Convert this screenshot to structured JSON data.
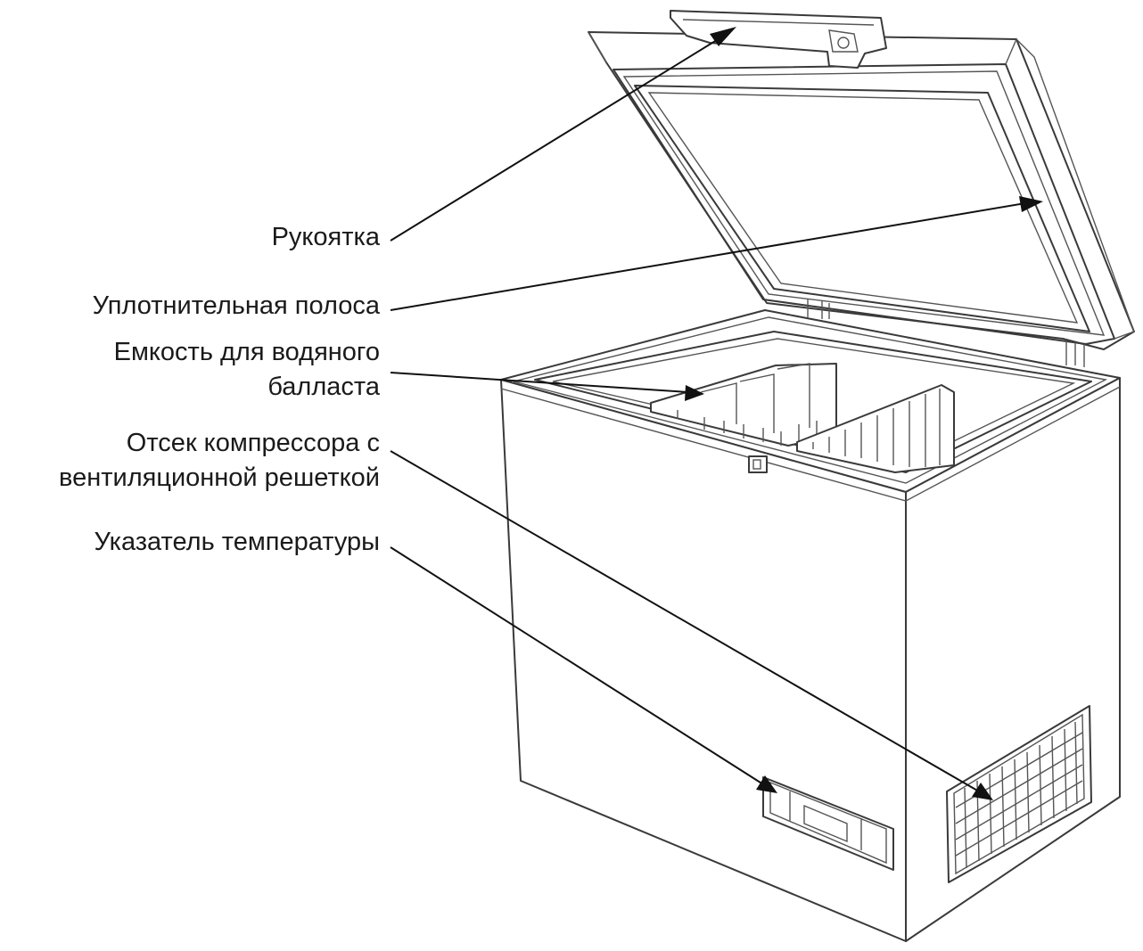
{
  "labels": {
    "handle": "Рукоятка",
    "seal_strip": "Уплотнительная полоса",
    "ballast_line1": "Емкость для водяного",
    "ballast_line2": "балласта",
    "compressor_line1": "Отсек компрессора с",
    "compressor_line2": "вентиляционной решеткой",
    "temperature": "Указатель температуры"
  },
  "colors": {
    "line": "#3a3a3a",
    "leader": "#111111",
    "background": "#ffffff"
  }
}
